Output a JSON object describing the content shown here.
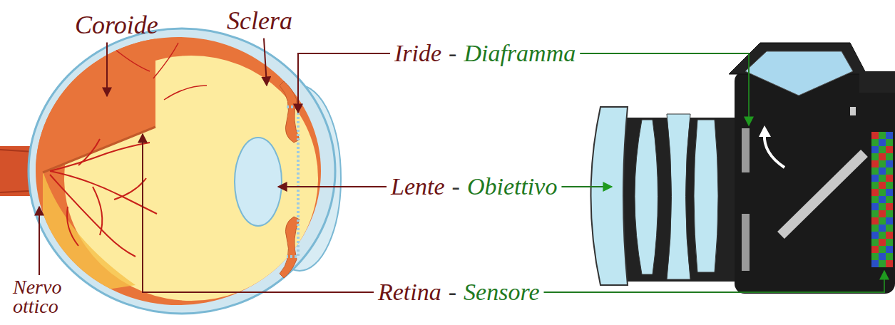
{
  "diagram": {
    "labels": [
      "Coroide",
      "Sclera",
      "Iride",
      "-",
      "Diaframma",
      "Lente",
      "-",
      "Obiettivo",
      "Retina",
      "-",
      "Sensore",
      "Nervo ottico"
    ]
  }
}
